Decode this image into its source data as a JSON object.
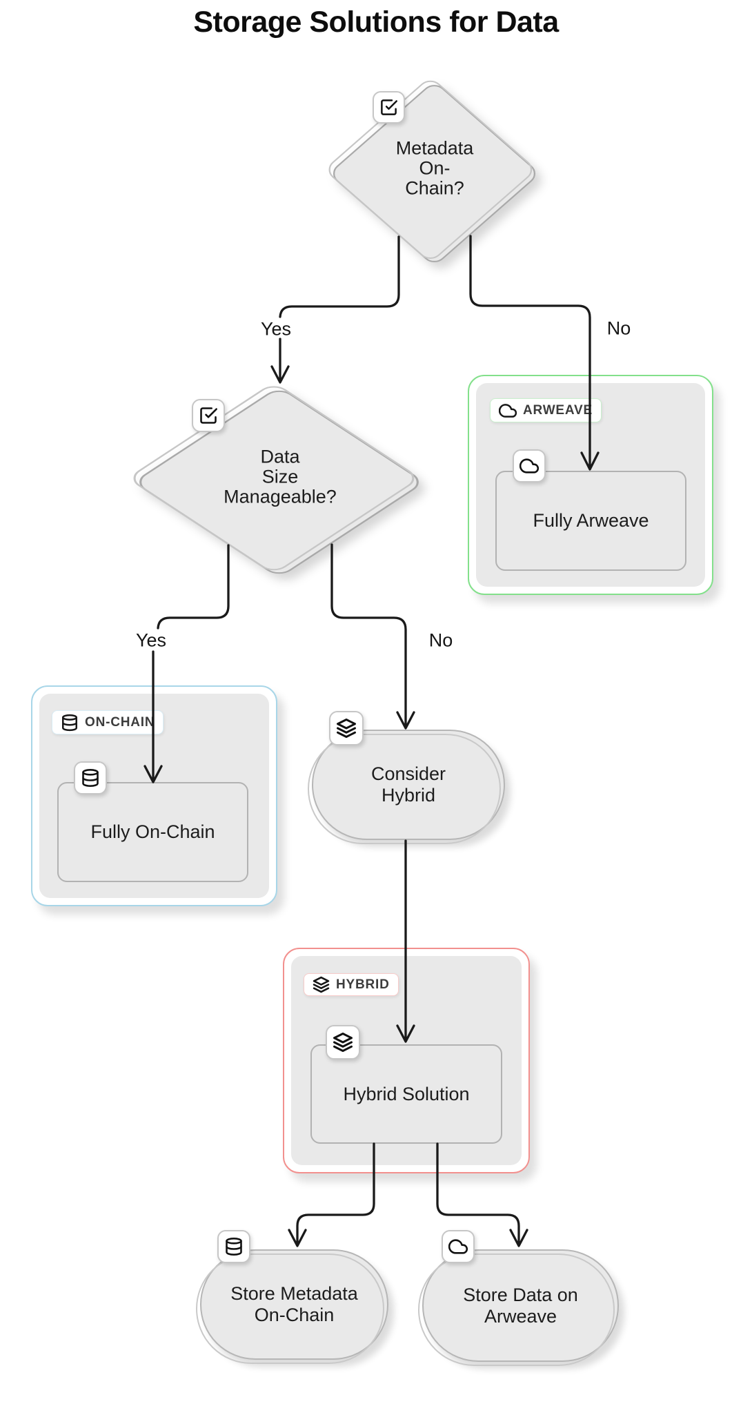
{
  "title": "Storage Solutions for Data",
  "diagram": {
    "nodes": [
      {
        "id": "metadata-on-chain",
        "type": "decision",
        "icon": "check-square-icon",
        "lines": [
          "Metadata",
          "On-",
          "Chain?"
        ]
      },
      {
        "id": "data-size-manageable",
        "type": "decision",
        "icon": "check-square-icon",
        "lines": [
          "Data",
          "Size",
          "Manageable?"
        ]
      },
      {
        "id": "fully-arweave",
        "type": "process",
        "icon": "cloud-icon",
        "lines": [
          "Fully Arweave"
        ]
      },
      {
        "id": "fully-on-chain",
        "type": "process",
        "icon": "database-icon",
        "lines": [
          "Fully On-Chain"
        ]
      },
      {
        "id": "consider-hybrid",
        "type": "terminal",
        "icon": "layers-icon",
        "lines": [
          "Consider",
          "Hybrid"
        ]
      },
      {
        "id": "hybrid-solution",
        "type": "process",
        "icon": "layers-icon",
        "lines": [
          "Hybrid Solution"
        ]
      },
      {
        "id": "store-metadata-on-chain",
        "type": "terminal",
        "icon": "database-icon",
        "lines": [
          "Store Metadata",
          "On-Chain"
        ]
      },
      {
        "id": "store-data-on-arweave",
        "type": "terminal",
        "icon": "cloud-icon",
        "lines": [
          "Store Data on",
          "Arweave"
        ]
      }
    ],
    "groups": [
      {
        "id": "arweave",
        "label": "ARWEAVE",
        "icon": "cloud-icon",
        "border_color": "#83e08b",
        "contains": "fully-arweave"
      },
      {
        "id": "on-chain",
        "label": "ON-CHAIN",
        "icon": "database-icon",
        "border_color": "#a8d6e8",
        "contains": "fully-on-chain"
      },
      {
        "id": "hybrid",
        "label": "HYBRID",
        "icon": "layers-icon",
        "border_color": "#f2908e",
        "contains": "hybrid-solution"
      }
    ],
    "edges": [
      {
        "from": "metadata-on-chain",
        "to": "data-size-manageable",
        "label": "Yes"
      },
      {
        "from": "metadata-on-chain",
        "to": "fully-arweave",
        "label": "No"
      },
      {
        "from": "data-size-manageable",
        "to": "fully-on-chain",
        "label": "Yes"
      },
      {
        "from": "data-size-manageable",
        "to": "consider-hybrid",
        "label": "No"
      },
      {
        "from": "consider-hybrid",
        "to": "hybrid-solution",
        "label": ""
      },
      {
        "from": "hybrid-solution",
        "to": "store-metadata-on-chain",
        "label": ""
      },
      {
        "from": "hybrid-solution",
        "to": "store-data-on-arweave",
        "label": ""
      }
    ]
  },
  "colors": {
    "background": "#ffffff",
    "node_fill": "#e9e9e9",
    "node_border": "#b2b2b2",
    "diamond_border": "#a9a9a9",
    "connector": "#1a1a1a",
    "title_text": "#0d0d0d",
    "node_text": "#1c1c1c",
    "group_label_text": "#3c3c3c",
    "group_arweave_border": "#83e08b",
    "group_onchain_border": "#a8d6e8",
    "group_hybrid_border": "#f2908e"
  }
}
